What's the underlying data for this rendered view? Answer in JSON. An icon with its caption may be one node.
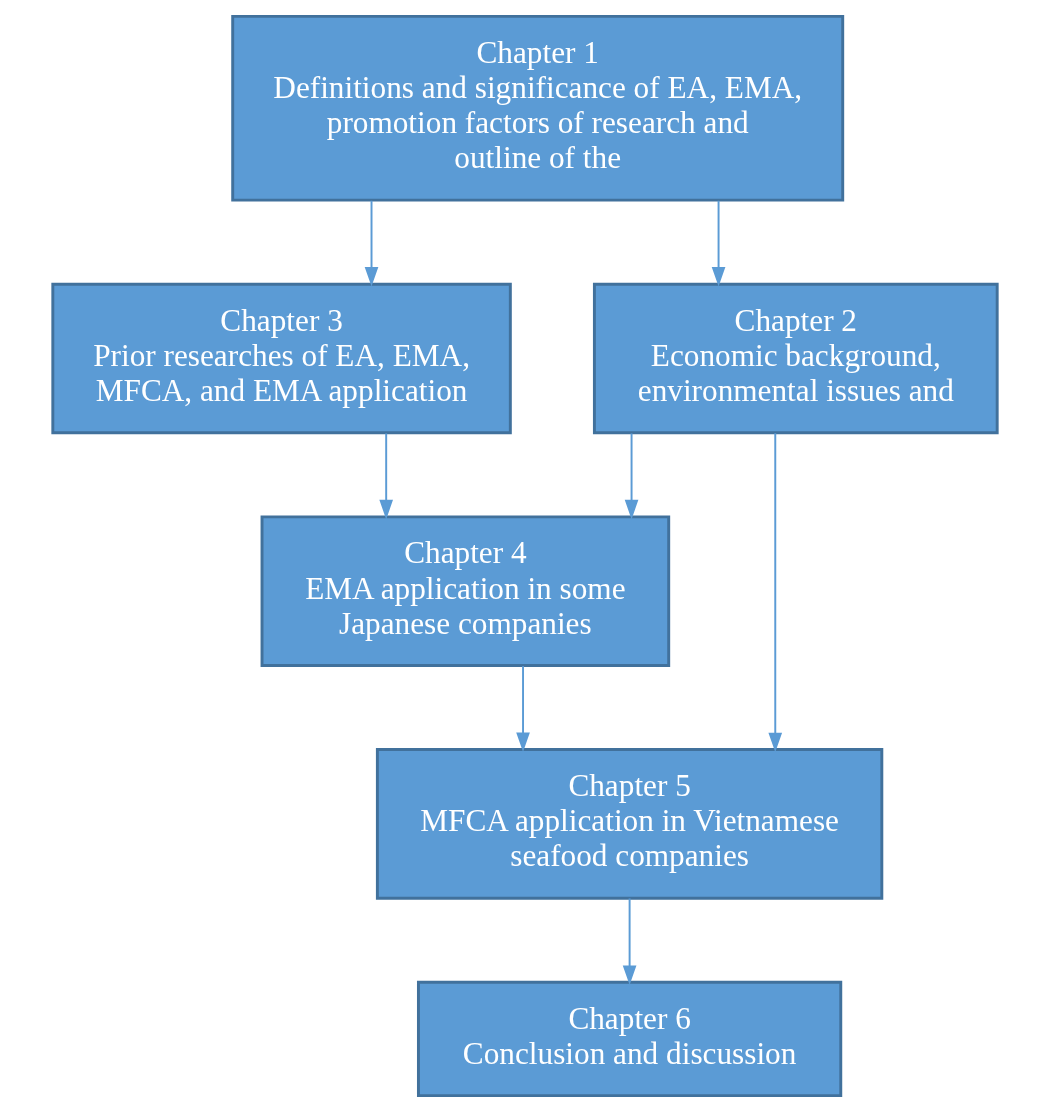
{
  "diagram": {
    "nodes": [
      {
        "text": [
          "Chapter 1",
          "Definitions and significance of EA, EMA, promotion factors of research and outline of the"
        ]
      },
      {
        "text": [
          "Chapter 2",
          "Economic background, environmental issues and"
        ]
      },
      {
        "text": [
          "Chapter 3",
          "Prior researches of EA, EMA, MFCA, and EMA application"
        ]
      },
      {
        "text": [
          "Chapter 4",
          "EMA application in some Japanese companies"
        ]
      },
      {
        "text": [
          "Chapter 5",
          "MFCA application in Vietnamese seafood companies"
        ]
      },
      {
        "text": [
          "Chapter 6",
          "Conclusion and discussion"
        ]
      }
    ],
    "edges": [
      {
        "from": 0,
        "to": 1,
        "arrow": "to"
      },
      {
        "from": 0,
        "to": 2,
        "arrow": "to"
      },
      {
        "from": 1,
        "to": 3,
        "arrow": "to"
      },
      {
        "from": 2,
        "to": 3,
        "arrow": "to"
      },
      {
        "from": 1,
        "to": 4,
        "arrow": "to"
      },
      {
        "from": 3,
        "to": 4,
        "arrow": "to"
      },
      {
        "from": 4,
        "to": 5,
        "arrow": "to"
      }
    ]
  }
}
